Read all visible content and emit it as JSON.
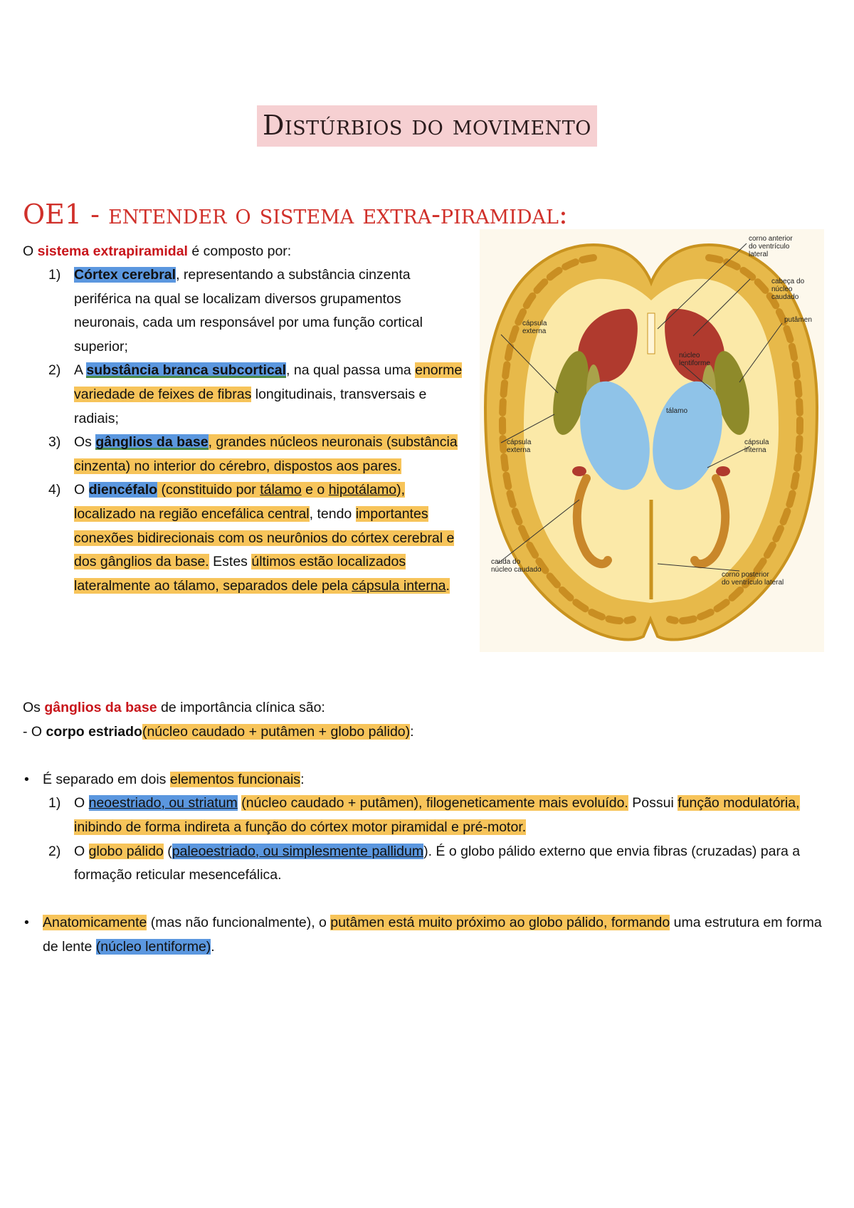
{
  "title": "Distúrbios do movimento",
  "heading": "OE1 - entender o sistema extra-piramidal:",
  "intro": {
    "pre": "O ",
    "term": "sistema extrapiramidal",
    "post": " é composto por:"
  },
  "list1": [
    {
      "num": "1)",
      "parts": [
        "Córtex cerebral",
        ", representando a substância cinzenta periférica na qual se localizam diversos grupamentos neuronais, cada um responsável por uma função cortical superior;"
      ]
    },
    {
      "num": "2)",
      "parts": [
        "A ",
        "substância branca subcortical",
        ", na qual passa uma ",
        "enorme variedade de feixes de fibras",
        " longitudinais, transversais e radiais;"
      ]
    },
    {
      "num": "3)",
      "parts": [
        "Os ",
        "gânglios da base",
        ", grandes núcleos neuronais (substância cinzenta) no interior do cérebro, dispostos aos pares."
      ]
    },
    {
      "num": "4)",
      "parts": [
        "O ",
        "diencéfalo",
        " (constituido por ",
        "tálamo",
        " e o ",
        "hipotálamo",
        "), ",
        "localizado na região encefálica central",
        ", tendo ",
        "importantes conexões bidirecionais com os neurônios do córtex cerebral e dos gânglios da base.",
        " Estes ",
        "últimos estão localizados lateralmente ao tálamo, separados dele pela ",
        "cápsula interna",
        "."
      ]
    }
  ],
  "figure": {
    "labels": {
      "corno_anterior": [
        "corno anterior",
        "do ventrículo",
        "lateral"
      ],
      "cabeca": [
        "cabeça do",
        "núcleo",
        "caudado"
      ],
      "putamen": [
        "putâmen"
      ],
      "capsula_ext_top": [
        "cápsula",
        "externa"
      ],
      "nucleo_lent": [
        "núcleo",
        "lentiforme"
      ],
      "talamo": [
        "tálamo"
      ],
      "capsula_ext_bot": [
        "cápsula",
        "externa"
      ],
      "capsula_int": [
        "cápsula",
        "interna"
      ],
      "cauda": [
        "cauda do",
        "núcleo caudado"
      ],
      "corno_post": [
        "corno posterior",
        "do ventrículo lateral"
      ]
    }
  },
  "sec2": {
    "line1": {
      "pre": "Os ",
      "term": "gânglios da base",
      "post": " de importância clínica são:"
    },
    "line2": {
      "pre": "- O ",
      "bold": "corpo estriado",
      " sp": " ",
      "hl": "(núcleo caudado + putâmen + globo pálido)",
      "post": ":"
    },
    "bullet1": {
      "dot": "•",
      "pre": "É separado em dois ",
      "hl": "elementos funcionais",
      ":": ":"
    },
    "sub": [
      {
        "num": "1)",
        "parts": [
          "O ",
          "neoestriado, ou striatum",
          " ",
          "(núcleo caudado + putâmen), filogeneticamente mais evoluído.",
          " Possui ",
          "função modulatória, inibindo de forma indireta a função do córtex motor piramidal e pré-motor."
        ]
      },
      {
        "num": "2)",
        "parts": [
          "O ",
          "globo pálido",
          " (",
          "paleoestriado, ou simplesmente pallidum",
          "). É o globo pálido externo que envia fibras (cruzadas) para a formação reticular mesencefálica."
        ]
      }
    ],
    "bullet2": {
      "dot": "•",
      "parts": [
        "Anatomicamente",
        " (mas não funcionalmente), o ",
        "putâmen está muito próximo ao globo pálido, formando",
        " uma estrutura em forma de lente ",
        "(núcleo lentiforme)",
        "."
      ]
    }
  }
}
